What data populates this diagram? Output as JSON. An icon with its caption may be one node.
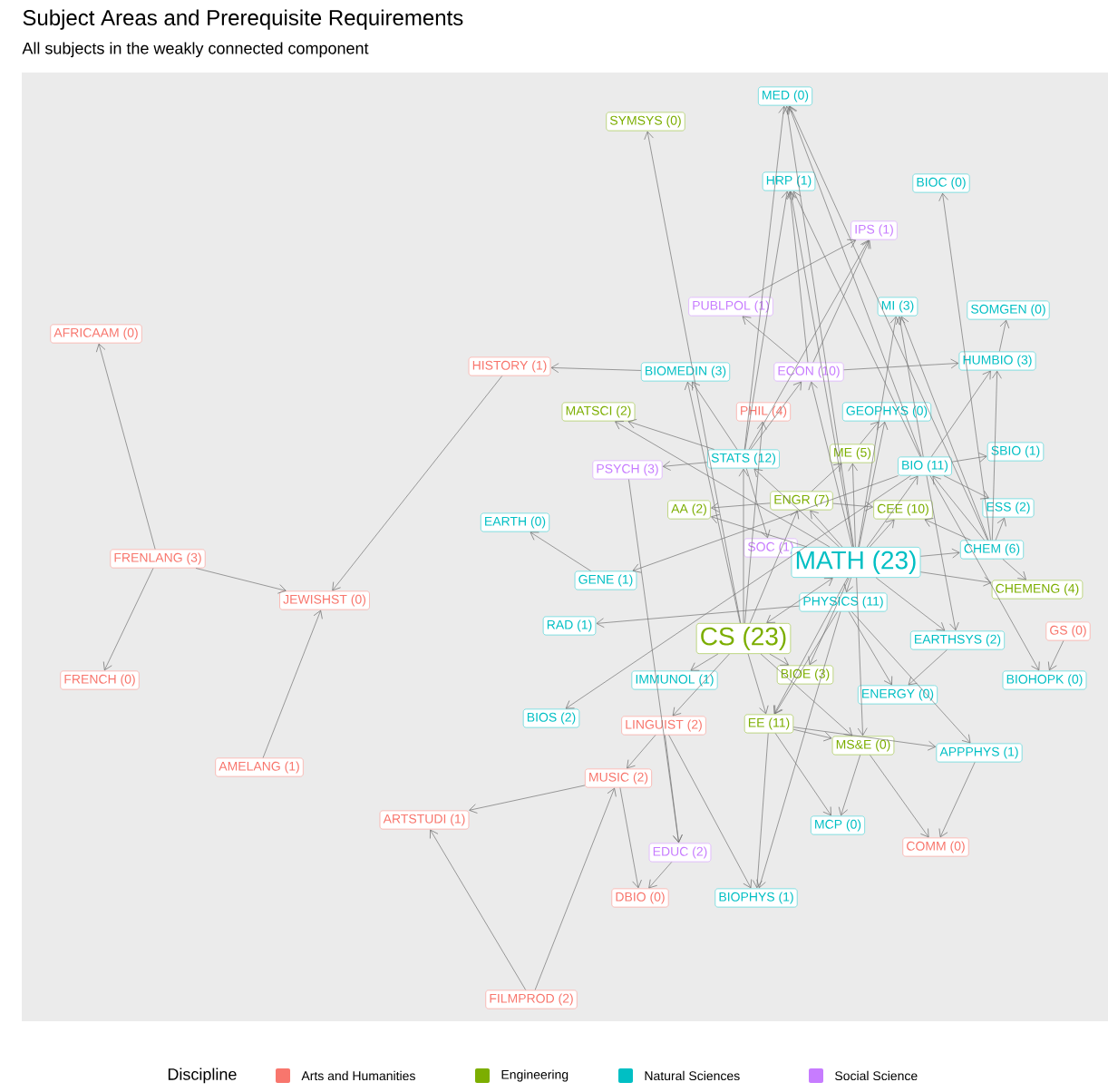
{
  "diagram": {
    "title": "Subject Areas and Prerequisite Requirements",
    "caption": "All subjects in the weakly connected component",
    "nodes": [
      {
        "text": [
          "AFRICAAM (0)"
        ]
      },
      {
        "text": [
          "HISTORY (1)"
        ]
      },
      {
        "text": [
          "SYMSYS (0)"
        ]
      },
      {
        "text": [
          "MED (0)"
        ]
      },
      {
        "text": [
          "HRP (1)"
        ]
      },
      {
        "text": [
          "BIOC (0)"
        ]
      },
      {
        "text": [
          "IPS (1)"
        ]
      },
      {
        "text": [
          "PUBLPOL (1)"
        ]
      },
      {
        "text": [
          "MI (3)"
        ]
      },
      {
        "text": [
          "SOMGEN (0)"
        ]
      },
      {
        "text": [
          "BIOMEDIN (3)"
        ]
      },
      {
        "text": [
          "ECON (10)"
        ]
      },
      {
        "text": [
          "HUMBIO (3)"
        ]
      },
      {
        "text": [
          "MATSCI (2)"
        ]
      },
      {
        "text": [
          "PHIL (4)"
        ]
      },
      {
        "text": [
          "GEOPHYS (0)"
        ]
      },
      {
        "text": [
          "PSYCH (3)"
        ]
      },
      {
        "text": [
          "STATS (12)"
        ]
      },
      {
        "text": [
          "ME (5)"
        ]
      },
      {
        "text": [
          "BIO (11)"
        ]
      },
      {
        "text": [
          "SBIO (1)"
        ]
      },
      {
        "text": [
          "EARTH (0)"
        ]
      },
      {
        "text": [
          "AA (2)"
        ]
      },
      {
        "text": [
          "ENGR (7)"
        ]
      },
      {
        "text": [
          "CEE (10)"
        ]
      },
      {
        "text": [
          "ESS (2)"
        ]
      },
      {
        "text": [
          "FRENLANG (3)"
        ]
      },
      {
        "text": [
          "JEWISHST (0)"
        ]
      },
      {
        "text": [
          "SOC (1)"
        ]
      },
      {
        "text": [
          "MATH (23)"
        ]
      },
      {
        "text": [
          "CHEM (6)"
        ]
      },
      {
        "text": [
          "GENE (1)"
        ]
      },
      {
        "text": [
          "CHEMENG (4)"
        ]
      },
      {
        "text": [
          "PHYSICS (11)"
        ]
      },
      {
        "text": [
          "RAD (1)"
        ]
      },
      {
        "text": [
          "CS (23)"
        ]
      },
      {
        "text": [
          "EARTHSYS (2)"
        ]
      },
      {
        "text": [
          "GS (0)"
        ]
      },
      {
        "text": [
          "FRENCH (0)"
        ]
      },
      {
        "text": [
          "IMMUNOL (1)"
        ]
      },
      {
        "text": [
          "BIOE (3)"
        ]
      },
      {
        "text": [
          "BIOHOPK (0)"
        ]
      },
      {
        "text": [
          "ENERGY (0)"
        ]
      },
      {
        "text": [
          "BIOS (2)"
        ]
      },
      {
        "text": [
          "LINGUIST (2)"
        ]
      },
      {
        "text": [
          "AMELANG (1)"
        ]
      },
      {
        "text": [
          "EE (11)"
        ]
      },
      {
        "text": [
          "MS&E (0)"
        ]
      },
      {
        "text": [
          "APPPHYS (1)"
        ]
      },
      {
        "text": [
          "MUSIC (2)"
        ]
      },
      {
        "text": [
          "ARTSTUDI (1)"
        ]
      },
      {
        "text": [
          "MCP (0)"
        ]
      },
      {
        "text": [
          "COMM (0)"
        ]
      },
      {
        "text": [
          "EDUC (2)"
        ]
      },
      {
        "text": [
          "DBIO (0)"
        ]
      },
      {
        "text": [
          "BIOPHYS (1)"
        ]
      },
      {
        "text": [
          "FILMPROD (2)"
        ]
      }
    ],
    "edges": [
      {
        "from": 26,
        "to": 0,
        "arrow": "to"
      },
      {
        "from": 26,
        "to": 27,
        "arrow": "to"
      },
      {
        "from": 26,
        "to": 38,
        "arrow": "to"
      },
      {
        "from": 45,
        "to": 27,
        "arrow": "to"
      },
      {
        "from": 1,
        "to": 27,
        "arrow": "to"
      },
      {
        "from": 10,
        "to": 1,
        "arrow": "to"
      },
      {
        "from": 35,
        "to": 2,
        "arrow": "to"
      },
      {
        "from": 29,
        "to": 3,
        "arrow": "to"
      },
      {
        "from": 19,
        "to": 3,
        "arrow": "to"
      },
      {
        "from": 30,
        "to": 3,
        "arrow": "to"
      },
      {
        "from": 17,
        "to": 3,
        "arrow": "to"
      },
      {
        "from": 19,
        "to": 4,
        "arrow": "to"
      },
      {
        "from": 17,
        "to": 4,
        "arrow": "to"
      },
      {
        "from": 11,
        "to": 4,
        "arrow": "to"
      },
      {
        "from": 29,
        "to": 4,
        "arrow": "to"
      },
      {
        "from": 30,
        "to": 5,
        "arrow": "to"
      },
      {
        "from": 11,
        "to": 6,
        "arrow": "to"
      },
      {
        "from": 7,
        "to": 6,
        "arrow": "to"
      },
      {
        "from": 17,
        "to": 6,
        "arrow": "to"
      },
      {
        "from": 11,
        "to": 7,
        "arrow": "to"
      },
      {
        "from": 19,
        "to": 8,
        "arrow": "to"
      },
      {
        "from": 30,
        "to": 8,
        "arrow": "to"
      },
      {
        "from": 29,
        "to": 8,
        "arrow": "to"
      },
      {
        "from": 12,
        "to": 9,
        "arrow": "to"
      },
      {
        "from": 19,
        "to": 12,
        "arrow": "to"
      },
      {
        "from": 30,
        "to": 12,
        "arrow": "to"
      },
      {
        "from": 11,
        "to": 12,
        "arrow": "to"
      },
      {
        "from": 35,
        "to": 10,
        "arrow": "to"
      },
      {
        "from": 17,
        "to": 10,
        "arrow": "to"
      },
      {
        "from": 29,
        "to": 11,
        "arrow": "to"
      },
      {
        "from": 17,
        "to": 11,
        "arrow": "to"
      },
      {
        "from": 35,
        "to": 14,
        "arrow": "to"
      },
      {
        "from": 29,
        "to": 13,
        "arrow": "to"
      },
      {
        "from": 17,
        "to": 13,
        "arrow": "to"
      },
      {
        "from": 29,
        "to": 15,
        "arrow": "to"
      },
      {
        "from": 18,
        "to": 15,
        "arrow": "to"
      },
      {
        "from": 17,
        "to": 16,
        "arrow": "to"
      },
      {
        "from": 29,
        "to": 17,
        "arrow": "to"
      },
      {
        "from": 35,
        "to": 17,
        "arrow": "to"
      },
      {
        "from": 29,
        "to": 18,
        "arrow": "to"
      },
      {
        "from": 23,
        "to": 18,
        "arrow": "to"
      },
      {
        "from": 30,
        "to": 19,
        "arrow": "to"
      },
      {
        "from": 29,
        "to": 19,
        "arrow": "to"
      },
      {
        "from": 19,
        "to": 20,
        "arrow": "to"
      },
      {
        "from": 31,
        "to": 21,
        "arrow": "to"
      },
      {
        "from": 29,
        "to": 22,
        "arrow": "to"
      },
      {
        "from": 23,
        "to": 22,
        "arrow": "to"
      },
      {
        "from": 29,
        "to": 23,
        "arrow": "to"
      },
      {
        "from": 35,
        "to": 23,
        "arrow": "to"
      },
      {
        "from": 29,
        "to": 24,
        "arrow": "to"
      },
      {
        "from": 23,
        "to": 24,
        "arrow": "to"
      },
      {
        "from": 30,
        "to": 24,
        "arrow": "to"
      },
      {
        "from": 19,
        "to": 25,
        "arrow": "to"
      },
      {
        "from": 30,
        "to": 25,
        "arrow": "to"
      },
      {
        "from": 17,
        "to": 28,
        "arrow": "to"
      },
      {
        "from": 35,
        "to": 29,
        "arrow": "both"
      },
      {
        "from": 29,
        "to": 30,
        "arrow": "to"
      },
      {
        "from": 19,
        "to": 31,
        "arrow": "to"
      },
      {
        "from": 29,
        "to": 32,
        "arrow": "to"
      },
      {
        "from": 30,
        "to": 32,
        "arrow": "to"
      },
      {
        "from": 29,
        "to": 33,
        "arrow": "to"
      },
      {
        "from": 33,
        "to": 34,
        "arrow": "to"
      },
      {
        "from": 29,
        "to": 36,
        "arrow": "to"
      },
      {
        "from": 19,
        "to": 36,
        "arrow": "to"
      },
      {
        "from": 37,
        "to": 41,
        "arrow": "to"
      },
      {
        "from": 35,
        "to": 39,
        "arrow": "to"
      },
      {
        "from": 29,
        "to": 40,
        "arrow": "to"
      },
      {
        "from": 35,
        "to": 40,
        "arrow": "to"
      },
      {
        "from": 19,
        "to": 41,
        "arrow": "to"
      },
      {
        "from": 33,
        "to": 42,
        "arrow": "to"
      },
      {
        "from": 36,
        "to": 42,
        "arrow": "to"
      },
      {
        "from": 19,
        "to": 43,
        "arrow": "to"
      },
      {
        "from": 35,
        "to": 44,
        "arrow": "to"
      },
      {
        "from": 29,
        "to": 46,
        "arrow": "to"
      },
      {
        "from": 33,
        "to": 46,
        "arrow": "to"
      },
      {
        "from": 35,
        "to": 46,
        "arrow": "to"
      },
      {
        "from": 29,
        "to": 47,
        "arrow": "to"
      },
      {
        "from": 35,
        "to": 47,
        "arrow": "to"
      },
      {
        "from": 46,
        "to": 47,
        "arrow": "to"
      },
      {
        "from": 33,
        "to": 48,
        "arrow": "to"
      },
      {
        "from": 46,
        "to": 48,
        "arrow": "to"
      },
      {
        "from": 44,
        "to": 49,
        "arrow": "to"
      },
      {
        "from": 49,
        "to": 50,
        "arrow": "to"
      },
      {
        "from": 56,
        "to": 50,
        "arrow": "to"
      },
      {
        "from": 56,
        "to": 49,
        "arrow": "to"
      },
      {
        "from": 46,
        "to": 51,
        "arrow": "to"
      },
      {
        "from": 47,
        "to": 51,
        "arrow": "to"
      },
      {
        "from": 48,
        "to": 52,
        "arrow": "to"
      },
      {
        "from": 47,
        "to": 52,
        "arrow": "to"
      },
      {
        "from": 16,
        "to": 53,
        "arrow": "to"
      },
      {
        "from": 44,
        "to": 53,
        "arrow": "to"
      },
      {
        "from": 49,
        "to": 54,
        "arrow": "to"
      },
      {
        "from": 53,
        "to": 54,
        "arrow": "to"
      },
      {
        "from": 33,
        "to": 55,
        "arrow": "to"
      },
      {
        "from": 44,
        "to": 55,
        "arrow": "to"
      },
      {
        "from": 46,
        "to": 55,
        "arrow": "to"
      }
    ],
    "labels": [
      "Discipline"
    ],
    "legend": [
      {
        "text": "Arts and Humanities",
        "color": "#f8766d"
      },
      {
        "text": "Engineering",
        "color": "#7cae00"
      },
      {
        "text": "Natural Sciences",
        "color": "#00bfc4"
      },
      {
        "text": "Social Science",
        "color": "#c77cff"
      }
    ]
  }
}
